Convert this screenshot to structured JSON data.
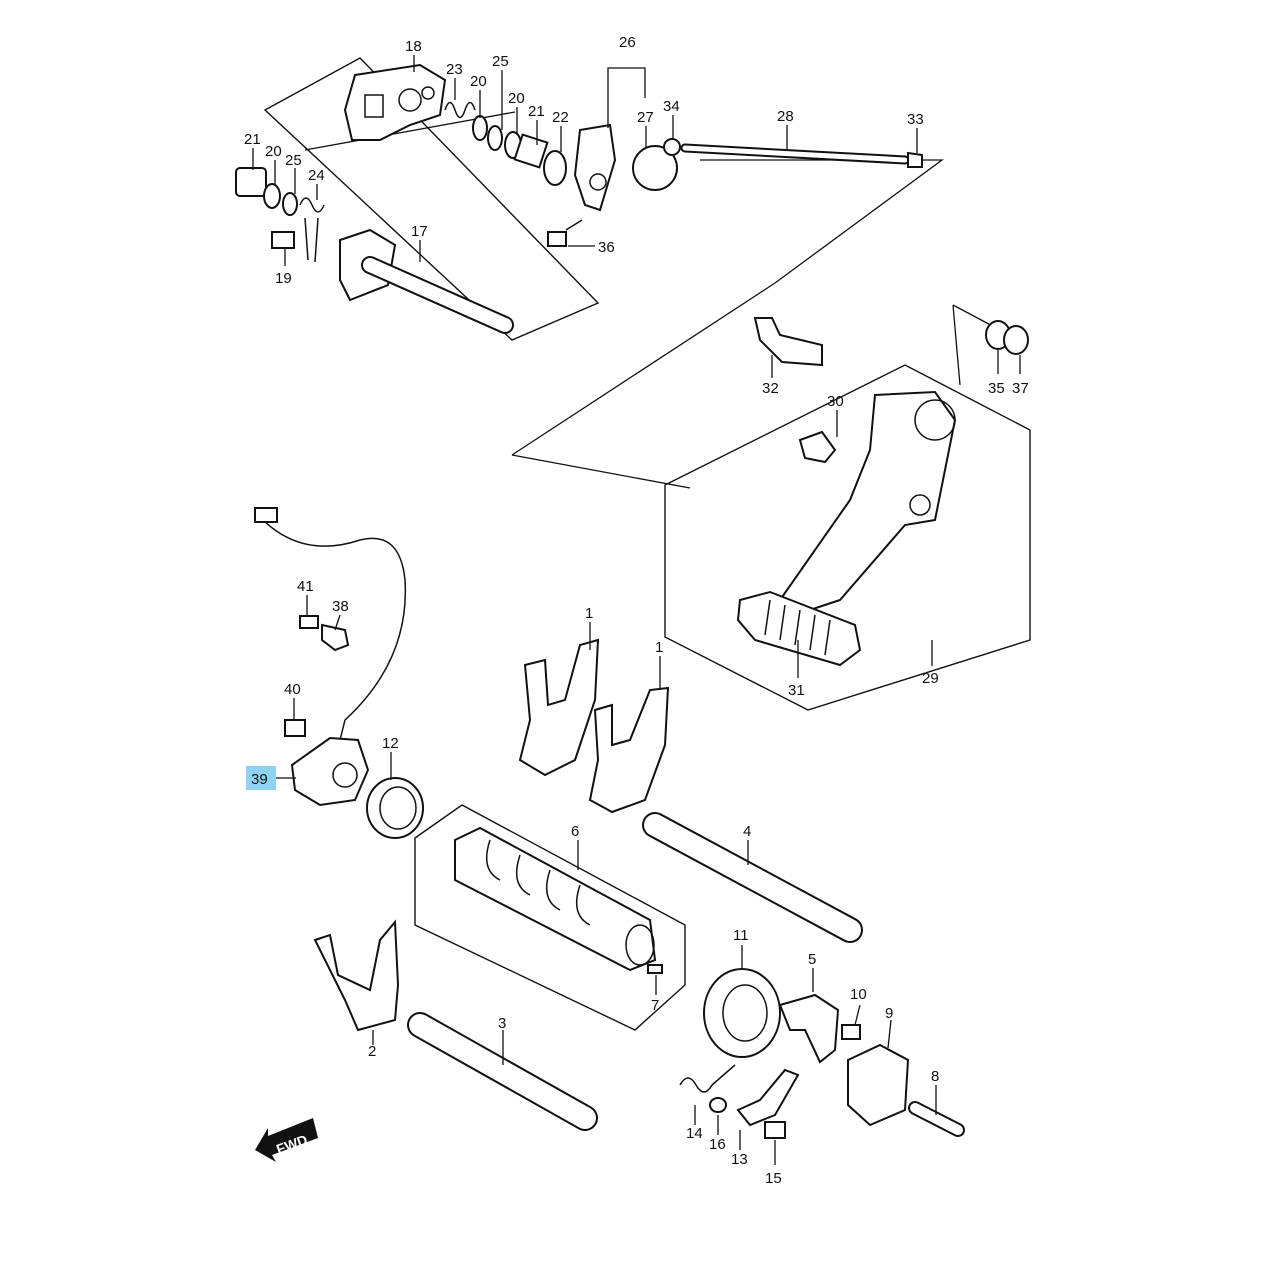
{
  "labels": {
    "p1a": "1",
    "p1b": "1",
    "p2": "2",
    "p3": "3",
    "p4": "4",
    "p5": "5",
    "p6": "6",
    "p7": "7",
    "p8": "8",
    "p9": "9",
    "p10": "10",
    "p11": "11",
    "p12": "12",
    "p13": "13",
    "p14": "14",
    "p15": "15",
    "p16": "16",
    "p17": "17",
    "p18": "18",
    "p19": "19",
    "p20a": "20",
    "p20b": "20",
    "p20c": "20",
    "p21a": "21",
    "p21b": "21",
    "p22": "22",
    "p23": "23",
    "p24": "24",
    "p25a": "25",
    "p25b": "25",
    "p26": "26",
    "p27": "27",
    "p28": "28",
    "p29": "29",
    "p30": "30",
    "p31": "31",
    "p32": "32",
    "p33": "33",
    "p34": "34",
    "p35": "35",
    "p36": "36",
    "p37": "37",
    "p38": "38",
    "p39": "39",
    "p40": "40",
    "p41": "41"
  },
  "highlighted_part": "39",
  "highlight_color": "#8fd3f4",
  "direction_arrow": "FWD"
}
